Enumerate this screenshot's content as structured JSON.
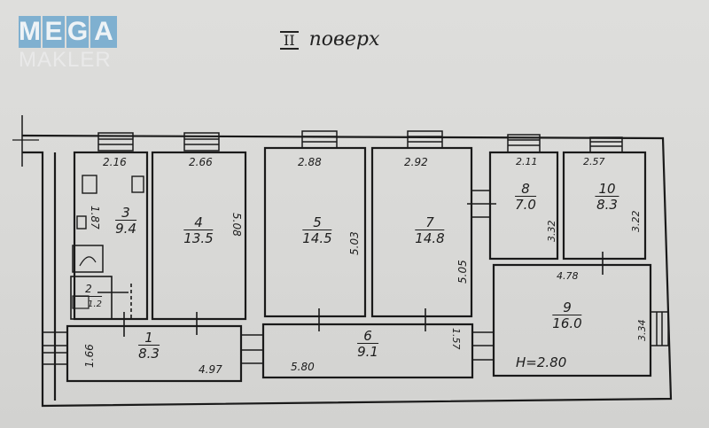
{
  "logo": {
    "letters": [
      "M",
      "E",
      "G",
      "A"
    ],
    "subtitle": "MAKLER",
    "brand_color": "#7fb0d0"
  },
  "title": {
    "floor_numeral": "II",
    "floor_word": "поверх"
  },
  "rooms": [
    {
      "number": "1",
      "area": "8.3"
    },
    {
      "number": "2",
      "area": "1.2"
    },
    {
      "number": "3",
      "area": "9.4"
    },
    {
      "number": "4",
      "area": "13.5"
    },
    {
      "number": "5",
      "area": "14.5"
    },
    {
      "number": "6",
      "area": "9.1"
    },
    {
      "number": "7",
      "area": "14.8"
    },
    {
      "number": "8",
      "area": "7.0"
    },
    {
      "number": "9",
      "area": "16.0"
    },
    {
      "number": "10",
      "area": "8.3"
    }
  ],
  "dimensions": {
    "room3_width": "2.16",
    "room3_height": "1.87",
    "room4_width": "2.66",
    "room4_height": "5.08",
    "room5_width": "2.88",
    "room5_height": "5.03",
    "room7_width": "2.92",
    "room7_height": "5.05",
    "room8_width": "2.11",
    "room8_height": "3.32",
    "room10_width": "2.57",
    "room10_height": "3.22",
    "room9_width": "4.78",
    "room9_height": "3.34",
    "room1_height": "1.66",
    "room1_width": "4.97",
    "room6_width": "5.80",
    "room6_height": "1.57"
  },
  "ceiling_height": "H=2.80"
}
